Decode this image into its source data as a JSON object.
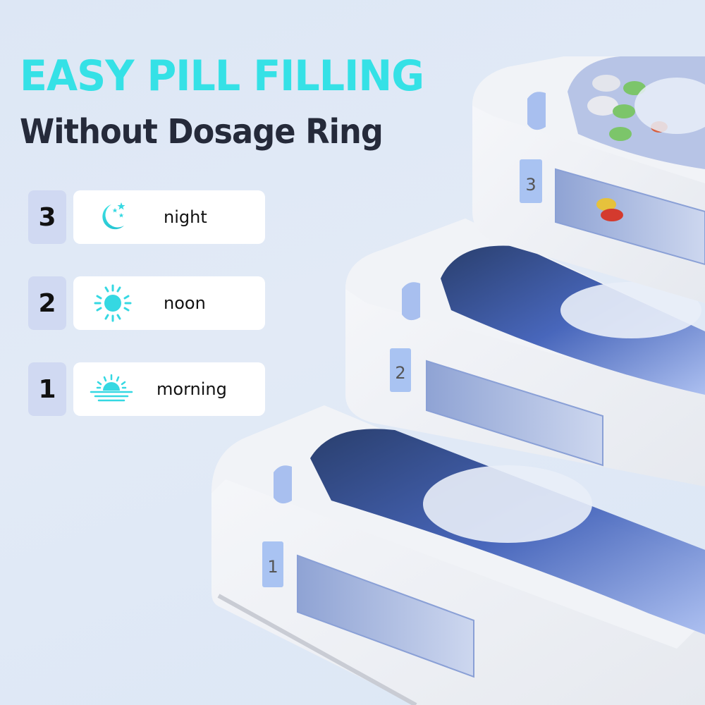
{
  "headline": {
    "title": "EASY PILL FILLING",
    "subtitle": "Without Dosage Ring",
    "title_color": "#35e1e6",
    "subtitle_color": "#252a3a"
  },
  "legend": [
    {
      "number": "3",
      "icon": "moon-stars-icon",
      "label": "night"
    },
    {
      "number": "2",
      "icon": "sun-icon",
      "label": "noon"
    },
    {
      "number": "1",
      "icon": "sunrise-icon",
      "label": "morning"
    }
  ],
  "product": {
    "description": "Stacked three-tier white pill organizer with transparent blue compartments",
    "tiers": [
      {
        "tag": "3",
        "contents": "filled with pills"
      },
      {
        "tag": "2",
        "contents": "empty"
      },
      {
        "tag": "1",
        "contents": "empty"
      }
    ],
    "accent_color": "#9db8ee"
  }
}
